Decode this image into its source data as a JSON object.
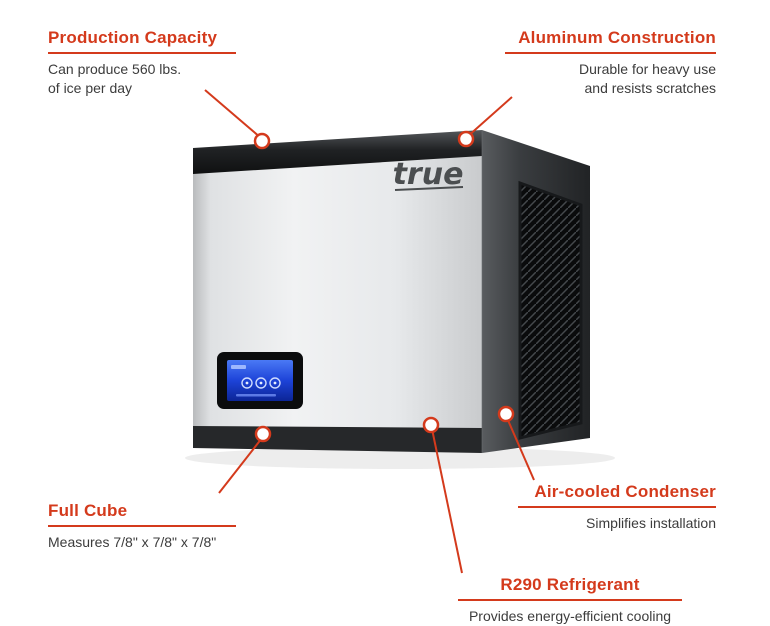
{
  "colors": {
    "accent": "#d43a1c",
    "body_text": "#3c3c3c",
    "screen_blue": "#1d43d8"
  },
  "product": {
    "brand": "true"
  },
  "callouts": {
    "production_capacity": {
      "title": "Production Capacity",
      "lines": [
        "Can produce 560 lbs.",
        "of ice per day"
      ]
    },
    "aluminum_construction": {
      "title": "Aluminum Construction",
      "lines": [
        "Durable for heavy use",
        "and resists scratches"
      ]
    },
    "full_cube": {
      "title": "Full Cube",
      "lines": [
        "Measures 7/8\" x 7/8\" x 7/8\""
      ]
    },
    "air_cooled_condenser": {
      "title": "Air-cooled Condenser",
      "lines": [
        "Simplifies installation"
      ]
    },
    "r290_refrigerant": {
      "title": "R290 Refrigerant",
      "lines": [
        "Provides energy-efficient cooling"
      ]
    }
  }
}
